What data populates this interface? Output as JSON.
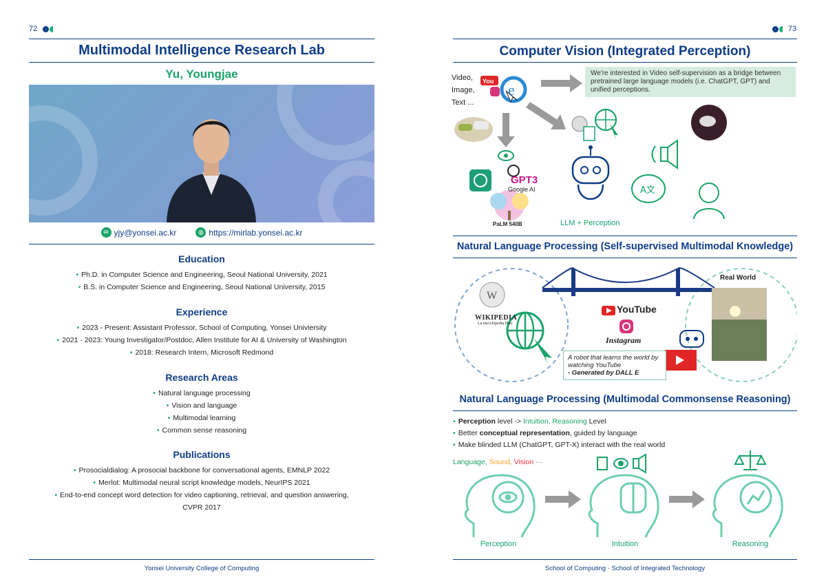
{
  "left": {
    "page_number": "72",
    "lab_title": "Multimodal Intelligence Research Lab",
    "person_name": "Yu, Youngjae",
    "email": "yjy@yonsei.ac.kr",
    "website": "https://mirlab.yonsei.ac.kr",
    "education": {
      "heading": "Education",
      "items": [
        "Ph.D. in Computer Science and Engineering, Seoul National University, 2021",
        "B.S. in Computer Science and Engineering, Seoul National University, 2015"
      ]
    },
    "experience": {
      "heading": "Experience",
      "items": [
        "2023 - Present: Assistant Professor, School of Computing, Yonsei Univiersity",
        "2021 - 2023: Young Investigator/Postdoc, Allen Institute for AI & University of Washington",
        "2018: Research Intern, Microsoft Redmond"
      ]
    },
    "research": {
      "heading": "Research Areas",
      "items": [
        "Natural language processing",
        "Vision and language",
        "Multimodal learning",
        "Common sense reasoning"
      ]
    },
    "publications": {
      "heading": "Publications",
      "items": [
        "Prosocialdialog: A prosocial backbone for conversational agents, EMNLP 2022",
        "Merlot: Multimodal neural script knowledge models, NeurIPS 2021",
        "End-to-end concept word detection for video captioning, retrieval, and question answering,"
      ],
      "continuation": "CVPR 2017"
    },
    "footer": "Yonsei University College of Computing"
  },
  "right": {
    "page_number": "73",
    "cv_title": "Computer Vision (Integrated Perception)",
    "inputs": [
      "Video,",
      "Image,",
      "Text ..."
    ],
    "note": "We're interested in Video self-supervision as a bridge between pretrained large language models (i.e. ChatGPT, GPT) and unified perceptions.",
    "gpt3": "GPT3",
    "google_ai": "Google AI",
    "palm": "PaLM 540B",
    "llm_perception": "LLM + Perception",
    "nlp1_title": "Natural Language Processing (Self-supervised Multimodal Knowledge)",
    "wikipedia": "WIKIPEDIA",
    "wikipedia_sub": "La enciclopedia libre",
    "youtube": "YouTube",
    "instagram": "Instagram",
    "real_world": "Real World",
    "quote_line": "A robot that learns the world by watching YouTube",
    "quote_credit": "- Generated by DALL E",
    "nlp2_title": "Natural Language Processing (Multimodal Commonsense Reasoning)",
    "bullets": {
      "b1_bold": "Perception",
      "b1_mid": " level -> ",
      "b1_hl": "Intuition, Reasoning",
      "b1_end": " Level",
      "b2_pre": "Better ",
      "b2_bold": "conceptual representation",
      "b2_end": ", guided by language",
      "b3": "Make blinded LLM (ChatGPT, GPT-X) interact with the real world"
    },
    "modalities": {
      "language": "Language,",
      "sound": "Sound,",
      "vision": "Vision",
      "ellipsis": "···"
    },
    "stages": [
      "Perception",
      "Intuition",
      "Reasoning"
    ],
    "footer": "School of Computing · School of Integrated Technology"
  },
  "colors": {
    "navy": "#0f3d86",
    "green": "#1aa36a",
    "teal": "#6ccfb0",
    "note_bg": "#d6ece0"
  }
}
